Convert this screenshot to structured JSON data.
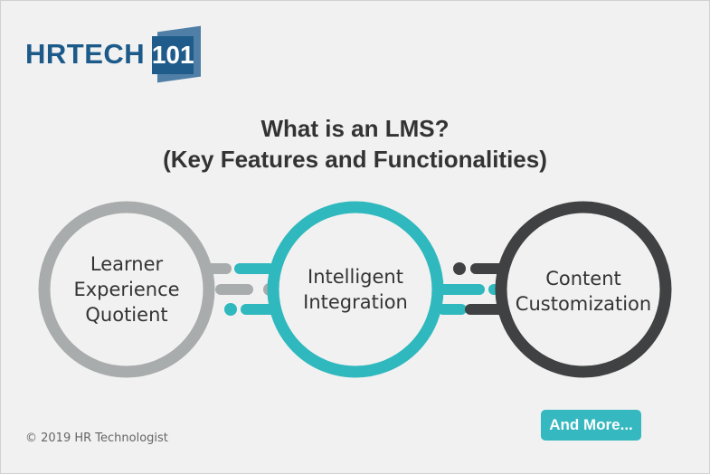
{
  "logo": {
    "hr": "HR",
    "tech": "TECH",
    "badge": "101"
  },
  "title": {
    "line1": "What is an LMS?",
    "line2": "(Key Features and Functionalities)"
  },
  "features": [
    {
      "line1": "Learner",
      "line2": "Experience",
      "line3": "Quotient",
      "color": "#a9acac"
    },
    {
      "line1": "Intelligent",
      "line2": "Integration",
      "color": "#2fb8bd"
    },
    {
      "line1": "Content",
      "line2": "Customization",
      "color": "#404142"
    }
  ],
  "cta": {
    "label": "And More..."
  },
  "footer": {
    "copyright": "© 2019 HR Technologist"
  },
  "colors": {
    "gray": "#a9acac",
    "teal": "#2fb8bd",
    "dark": "#404142",
    "brand": "#1c5a8a"
  }
}
